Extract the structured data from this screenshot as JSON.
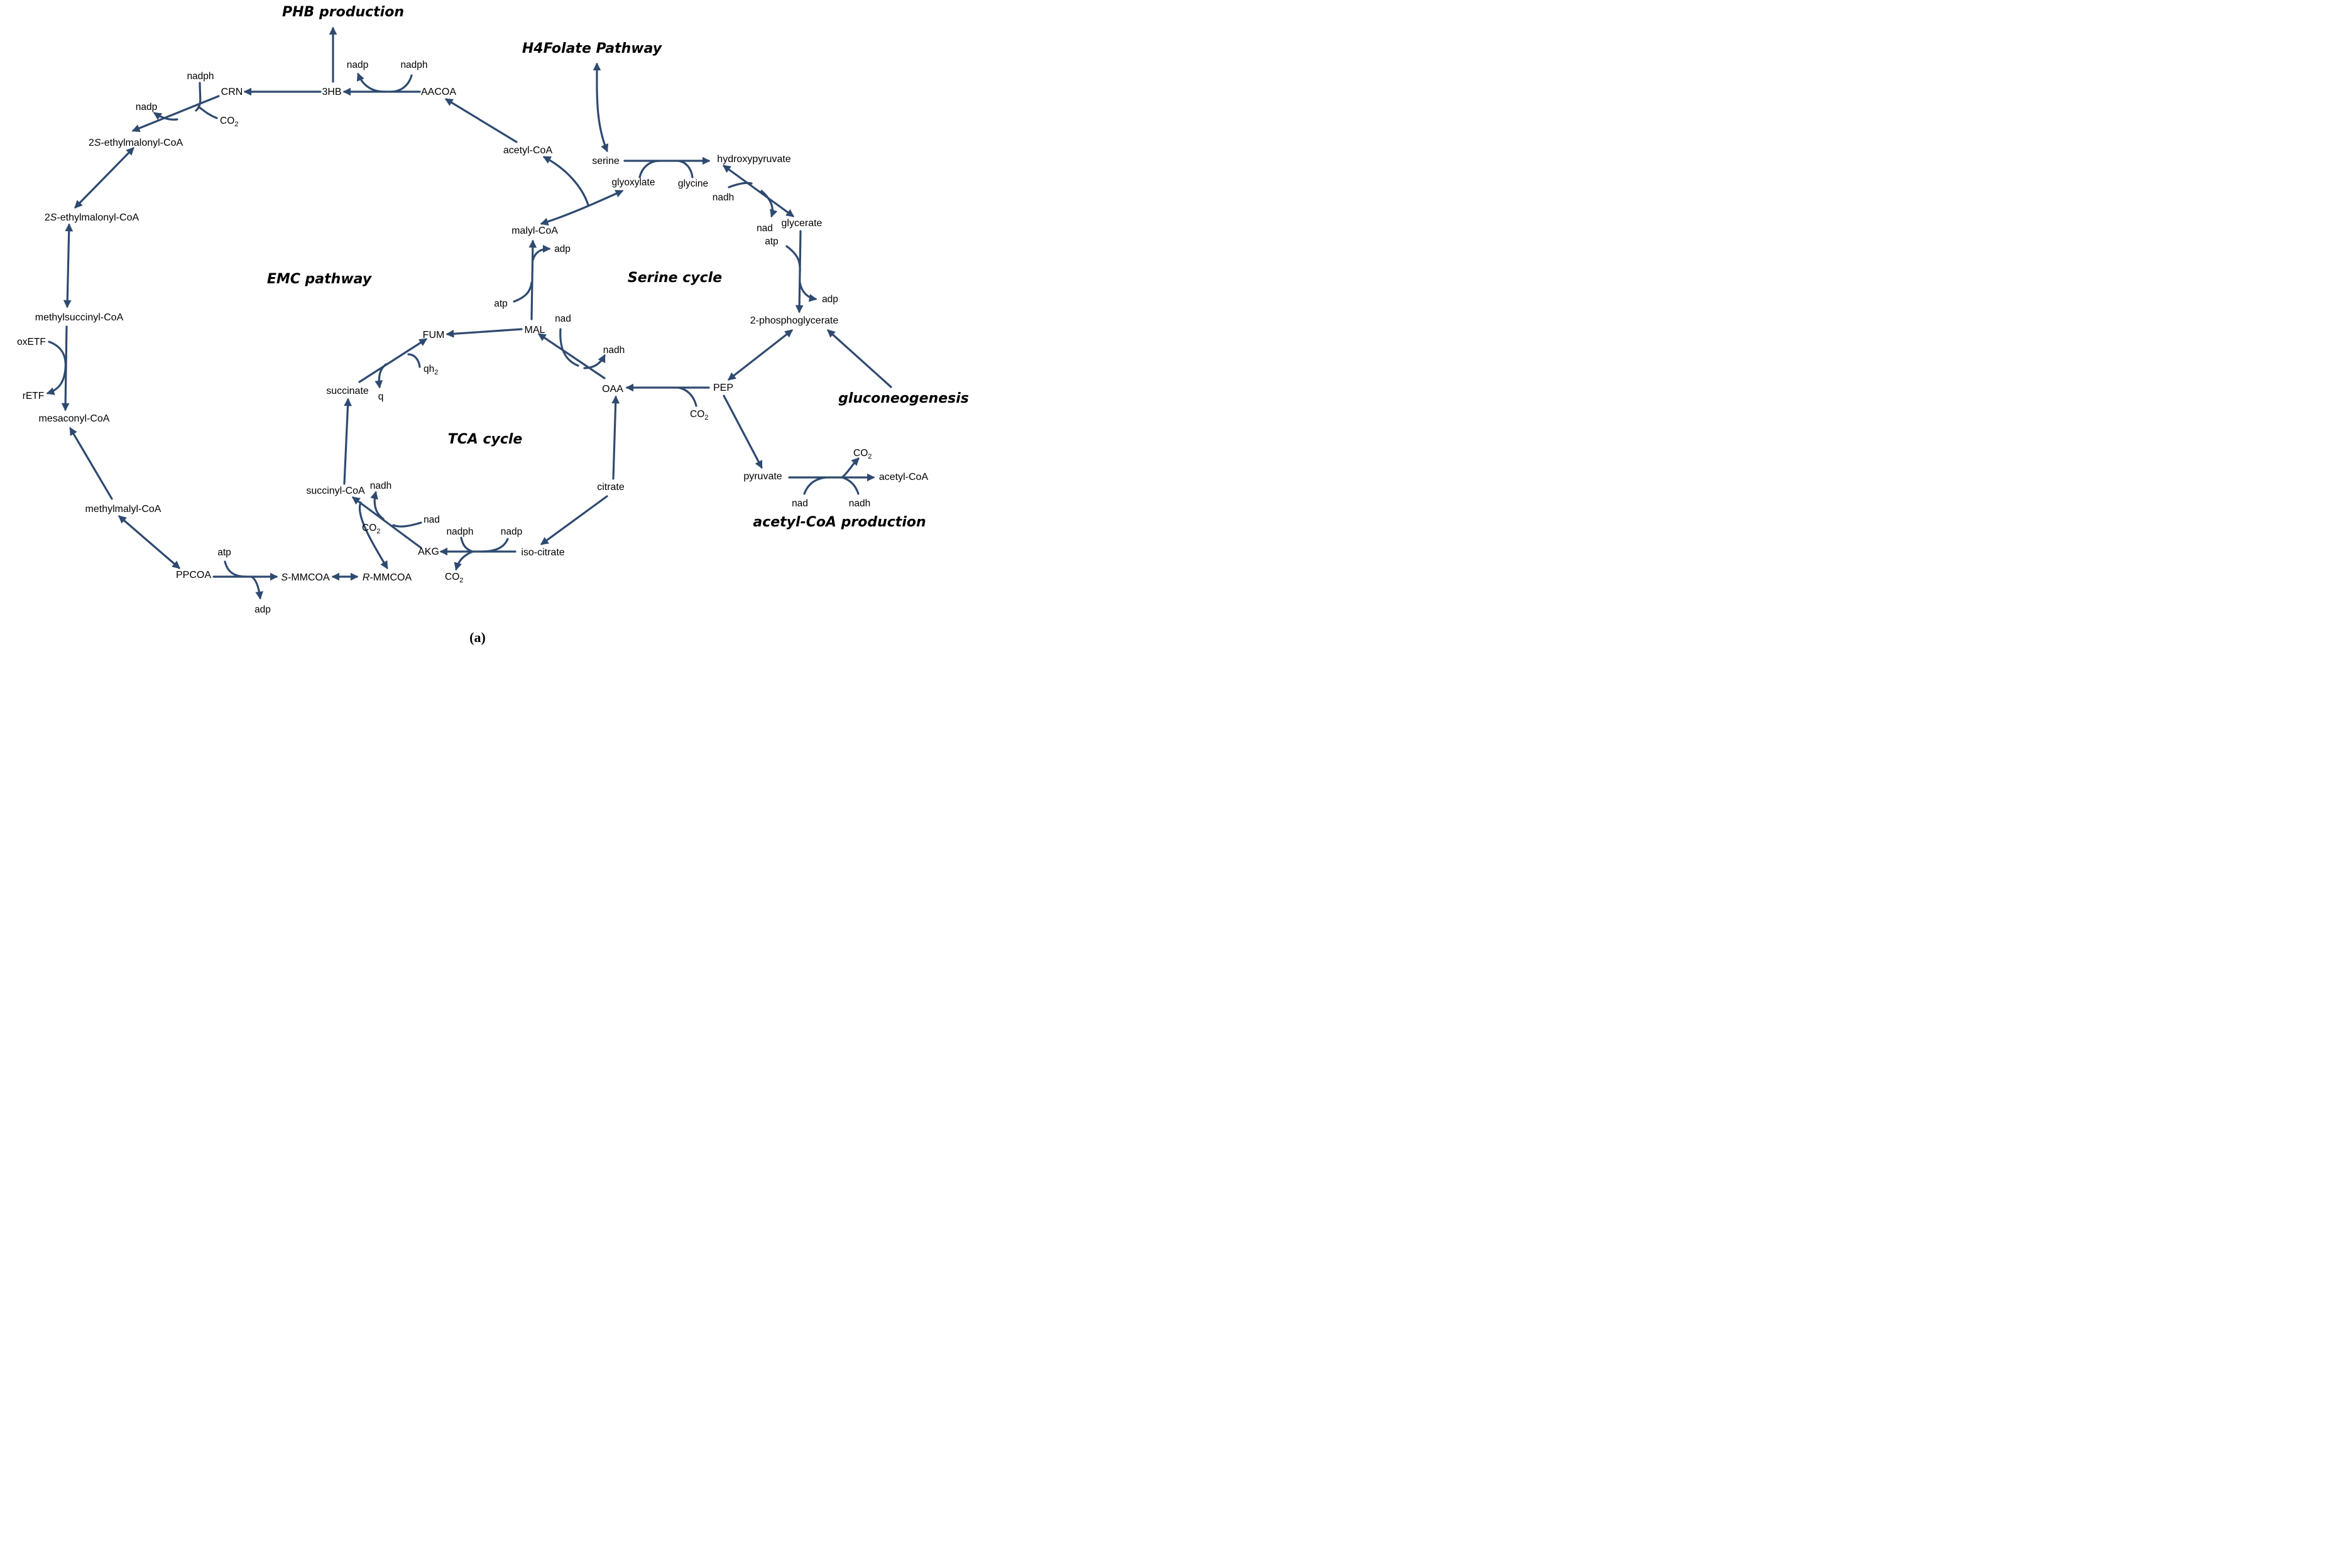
{
  "pathways": {
    "phb": "PHB production",
    "h4folate": "H4Folate Pathway",
    "emc": "EMC pathway",
    "serine": "Serine cycle",
    "tca": "TCA cycle",
    "gluconeogenesis": "gluconeogenesis",
    "acetyl_coa_production": "acetyl-CoA production"
  },
  "metabolites": {
    "three_hb": "3HB",
    "aacoa": "AACOA",
    "crn": "CRN",
    "ethylmalonyl_prefix": "2",
    "ethylmalonyl_s": "S",
    "ethylmalonyl_suffix": "-ethylmalonyl-CoA",
    "acetyl_coa_left": "acetyl-CoA",
    "methylsuccinyl_coa": "methylsuccinyl-CoA",
    "mesaconyl_coa": "mesaconyl-CoA",
    "methylmalyl_coa": "methylmalyl-CoA",
    "ppcoa": "PPCOA",
    "smmcoa_s": "S",
    "smmcoa_rest": "-MMCOA",
    "rmmcoa_r": "R",
    "rmmcoa_rest": "-MMCOA",
    "serine": "serine",
    "hydroxypyruvate": "hydroxypyruvate",
    "glycerate": "glycerate",
    "phosphoglycerate": "2-phosphoglycerate",
    "malyl_coa": "malyl-CoA",
    "mal": "MAL",
    "fum": "FUM",
    "succinate": "succinate",
    "succinyl_coa": "succinyl-CoA",
    "akg": "AKG",
    "isocitrate": "iso-citrate",
    "citrate": "citrate",
    "oaa": "OAA",
    "pep": "PEP",
    "pyruvate": "pyruvate",
    "acetyl_coa_right": "acetyl-CoA"
  },
  "cofactors": {
    "nadp_3hb": "nadp",
    "nadph_3hb": "nadph",
    "nadph_crn": "nadph",
    "nadp_crn": "nadp",
    "co2_crn": "CO",
    "co2_sub": "2",
    "oxetf": "oxETF",
    "retf": "rETF",
    "atp_ppcoa": "atp",
    "adp_ppcoa": "adp",
    "glyoxylate": "glyoxylate",
    "glycine": "glycine",
    "nadh_hp": "nadh",
    "nad_hp": "nad",
    "atp_gly": "atp",
    "adp_gly": "adp",
    "adp_mal": "adp",
    "atp_mal": "atp",
    "nad_oaa": "nad",
    "nadh_oaa": "nadh",
    "qh2": "qh",
    "qh2_sub": "2",
    "q": "q",
    "co2_pep": "CO",
    "nadh_succ": "nadh",
    "co2_succ": "CO",
    "nad_succ": "nad",
    "nadph_akg": "nadph",
    "nadp_akg": "nadp",
    "co2_akg": "CO",
    "co2_pyr": "CO",
    "nad_pyr": "nad",
    "nadh_pyr": "nadh"
  },
  "panel_label": "(a)",
  "colors": {
    "arrow": "#2f4a70",
    "text": "#000000",
    "background": "#ffffff"
  }
}
